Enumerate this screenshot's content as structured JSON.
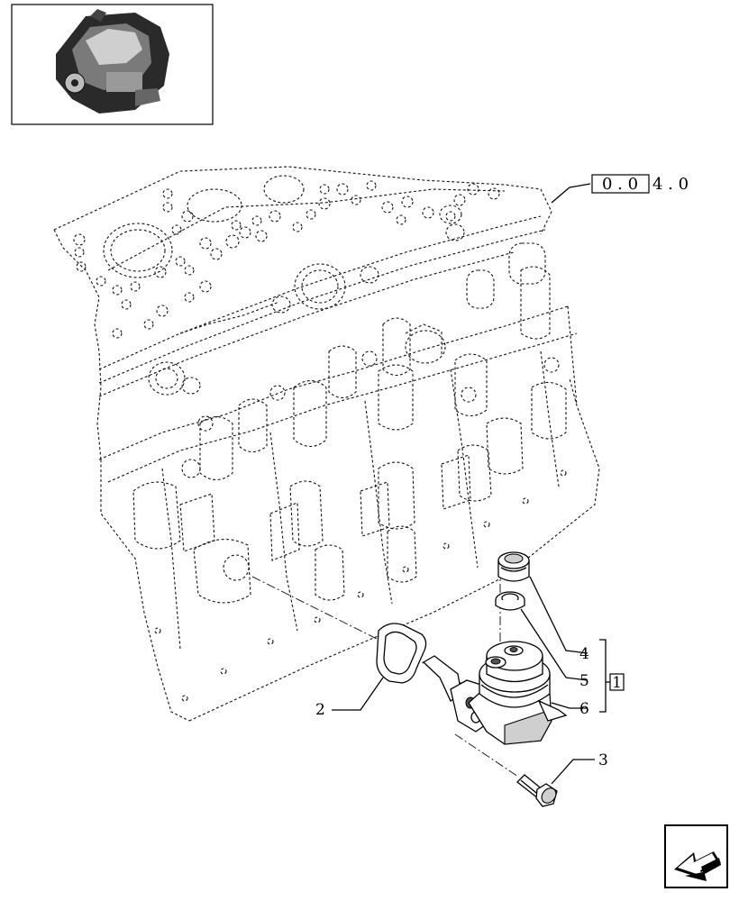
{
  "thumbnail": {
    "icon": "engine-thumbnail-icon"
  },
  "reference": {
    "boxed": "0 . 0",
    "rest": "4 . 0"
  },
  "group_label": "1",
  "callouts": {
    "c1": "2",
    "c2": "3",
    "c3": "4",
    "c4": "5",
    "c5": "6"
  },
  "nav": {
    "icon": "next-page-arrow-icon"
  }
}
